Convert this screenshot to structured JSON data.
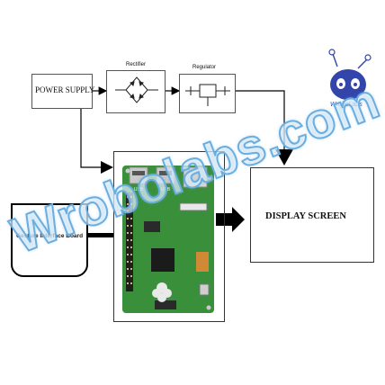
{
  "blocks": {
    "power_supply": "POWER SUPPLY",
    "rectifier": "Rectifier",
    "regulator": "Regulator",
    "gesture_board": "Gesture Interface Board",
    "display": "DISPLAY SCREEN"
  },
  "board": {
    "usb_left": "USB",
    "usb_right": "USB"
  },
  "logo": {
    "text": "WroboLabs"
  },
  "watermark": {
    "text": "Wrobolabs.com"
  },
  "colors": {
    "board_green": "#3a8f3a",
    "watermark_stroke": "#6aaee0",
    "logo_blue": "#3344aa"
  }
}
